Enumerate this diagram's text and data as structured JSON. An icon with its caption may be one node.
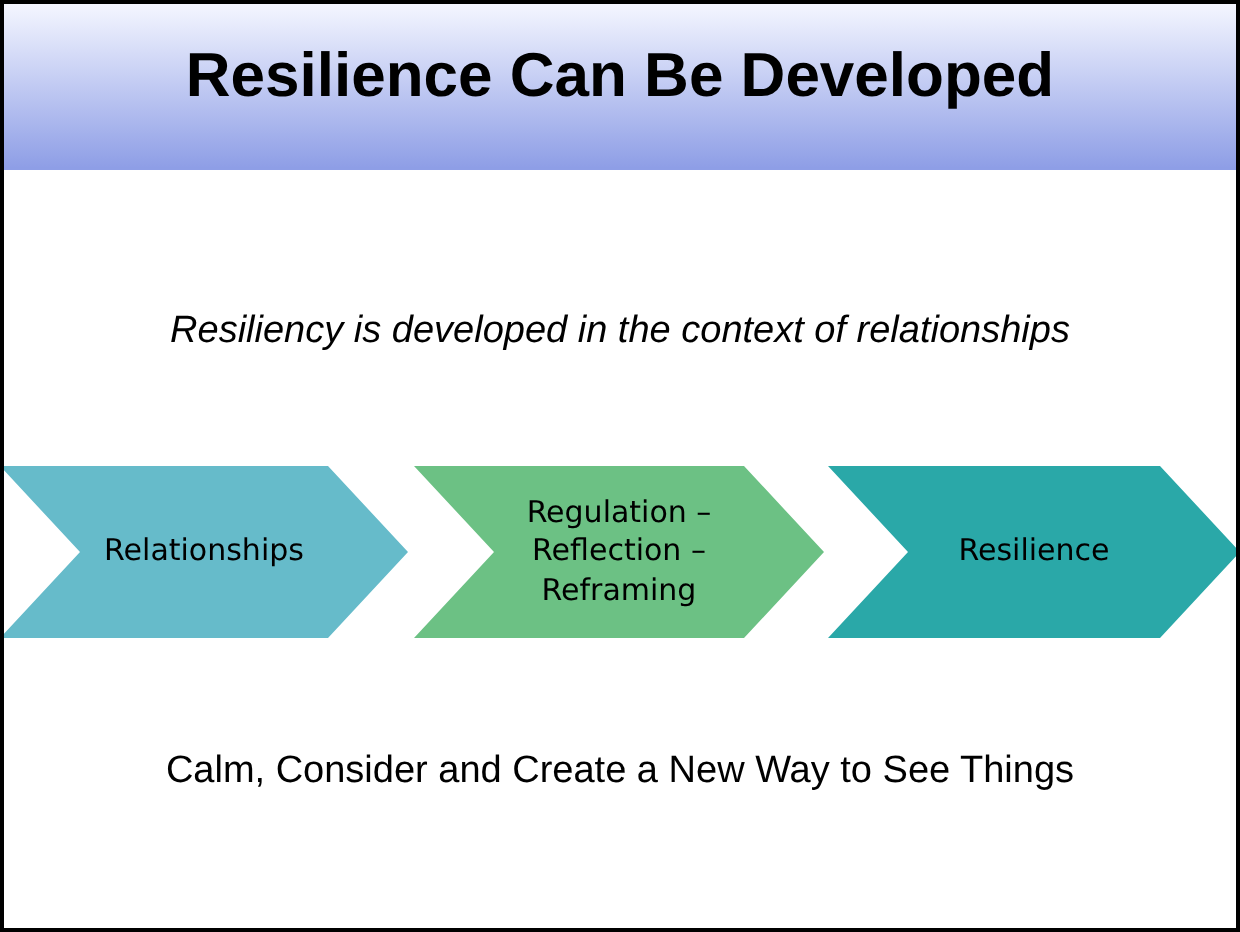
{
  "diagram": {
    "title": "Resilience Can Be Developed",
    "nodes": [
      {
        "text": [
          "Relationships"
        ]
      },
      {
        "text": [
          "Regulation – Reflection – Reframing"
        ]
      },
      {
        "text": [
          "Resilience"
        ]
      }
    ],
    "labels": [
      "Resiliency is developed in the context of  relationships",
      "Calm, Consider and Create a New Way to See Things"
    ]
  }
}
